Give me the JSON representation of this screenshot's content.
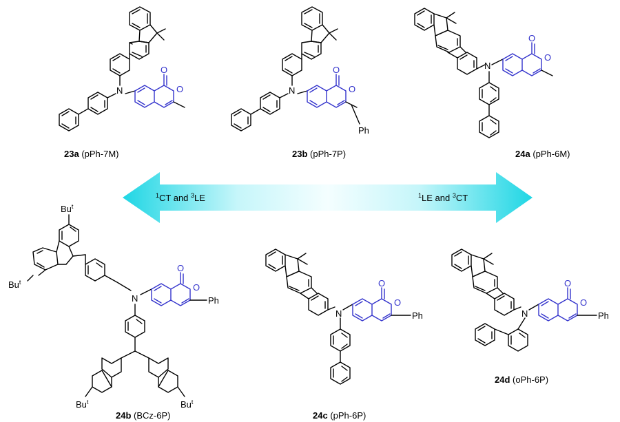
{
  "colors": {
    "skeleton": "#000000",
    "isocoumarin": "#3333cc",
    "arrow_light": "#e8fbfd",
    "arrow_dark": "#1fd6e4"
  },
  "arrow": {
    "left_label_sup": "1",
    "left_label_main": "CT and ",
    "left_label_sup2": "3",
    "left_label_end": "LE",
    "right_label_sup": "1",
    "right_label_main": "LE and ",
    "right_label_sup2": "3",
    "right_label_end": "CT"
  },
  "atoms": {
    "N": "N",
    "O": "O",
    "Ph": "Ph",
    "But": "Bu",
    "t": "t"
  },
  "compounds": [
    {
      "id": "23a",
      "name": "(pPh-7M)"
    },
    {
      "id": "23b",
      "name": "(pPh-7P)"
    },
    {
      "id": "24a",
      "name": "(pPh-6M)"
    },
    {
      "id": "24b",
      "name": "(BCz-6P)"
    },
    {
      "id": "24c",
      "name": "(pPh-6P)"
    },
    {
      "id": "24d",
      "name": "(oPh-6P)"
    }
  ]
}
